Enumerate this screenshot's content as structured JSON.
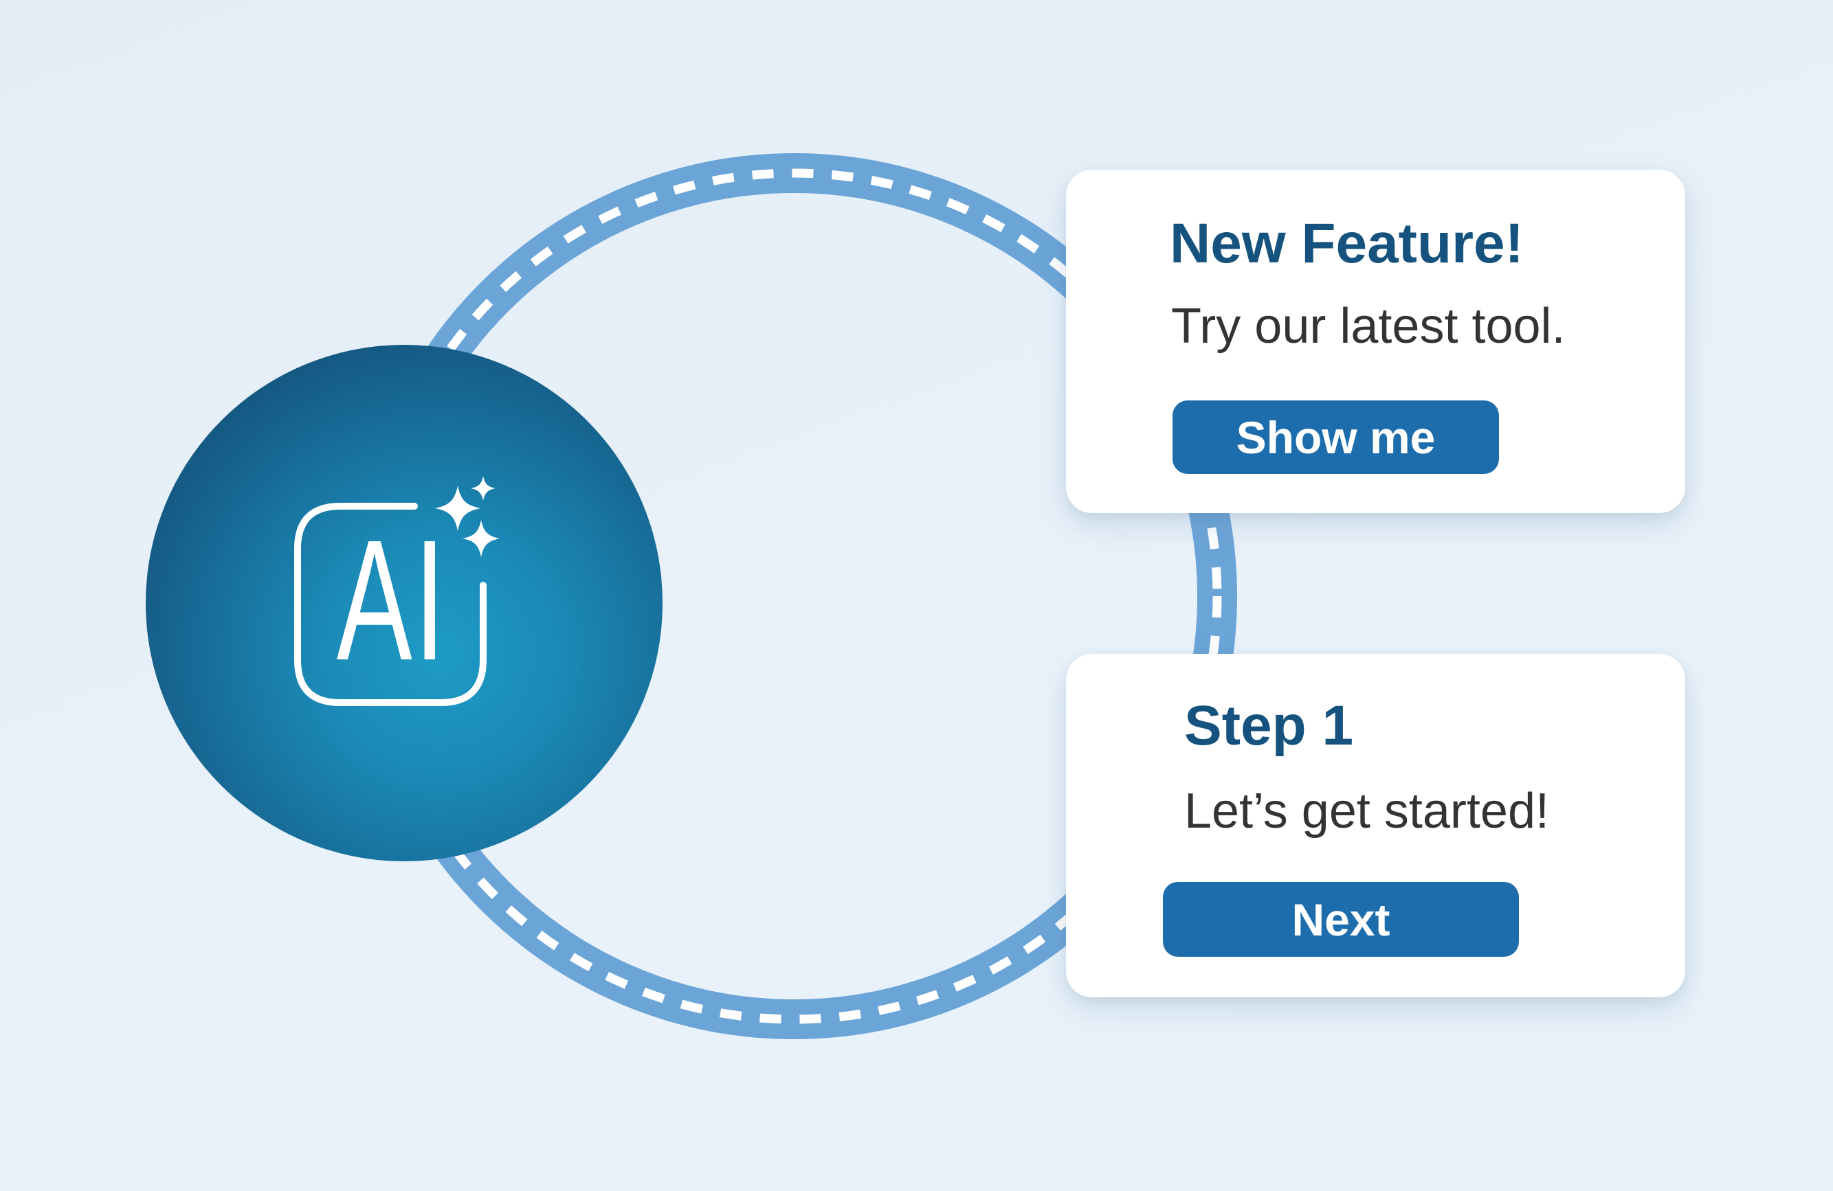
{
  "colors": {
    "background": "#e9f2fa",
    "road": "#6ba5d8",
    "road_dash": "#ffffff",
    "card_bg": "#ffffff",
    "heading": "#15537e",
    "body_text": "#333333",
    "button_bg": "#1d6dad",
    "button_text": "#ffffff",
    "badge_center": "#1e9ac6",
    "badge_edge": "#123e65"
  },
  "ai_badge": {
    "label": "AI",
    "icon": "sparkles-icon"
  },
  "cards": [
    {
      "title": "New Feature!",
      "body": "Try our latest tool.",
      "button_label": "Show me"
    },
    {
      "title": "Step 1",
      "body": "Let’s get started!",
      "button_label": "Next"
    }
  ]
}
